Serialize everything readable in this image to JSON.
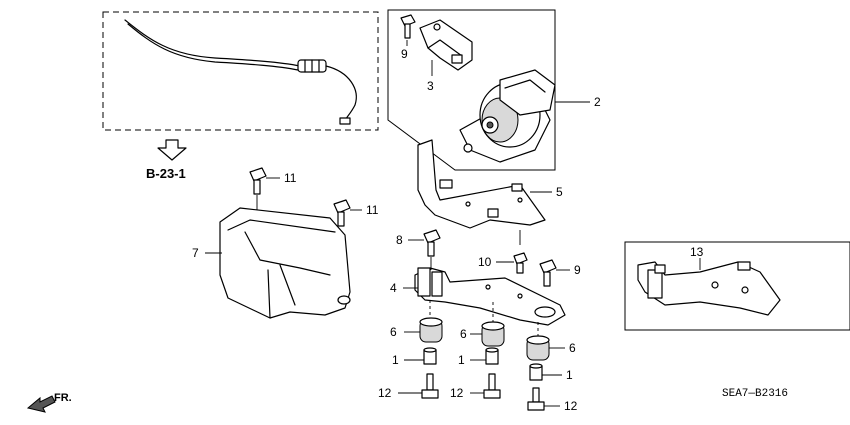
{
  "diagram": {
    "reference_label": "B-23-1",
    "diagram_code": "SEA7—B2316",
    "front_label": "FR.",
    "callouts": [
      "1",
      "1",
      "1",
      "2",
      "3",
      "4",
      "5",
      "6",
      "6",
      "6",
      "7",
      "8",
      "9",
      "9",
      "10",
      "11",
      "11",
      "12",
      "12",
      "12",
      "13"
    ]
  }
}
